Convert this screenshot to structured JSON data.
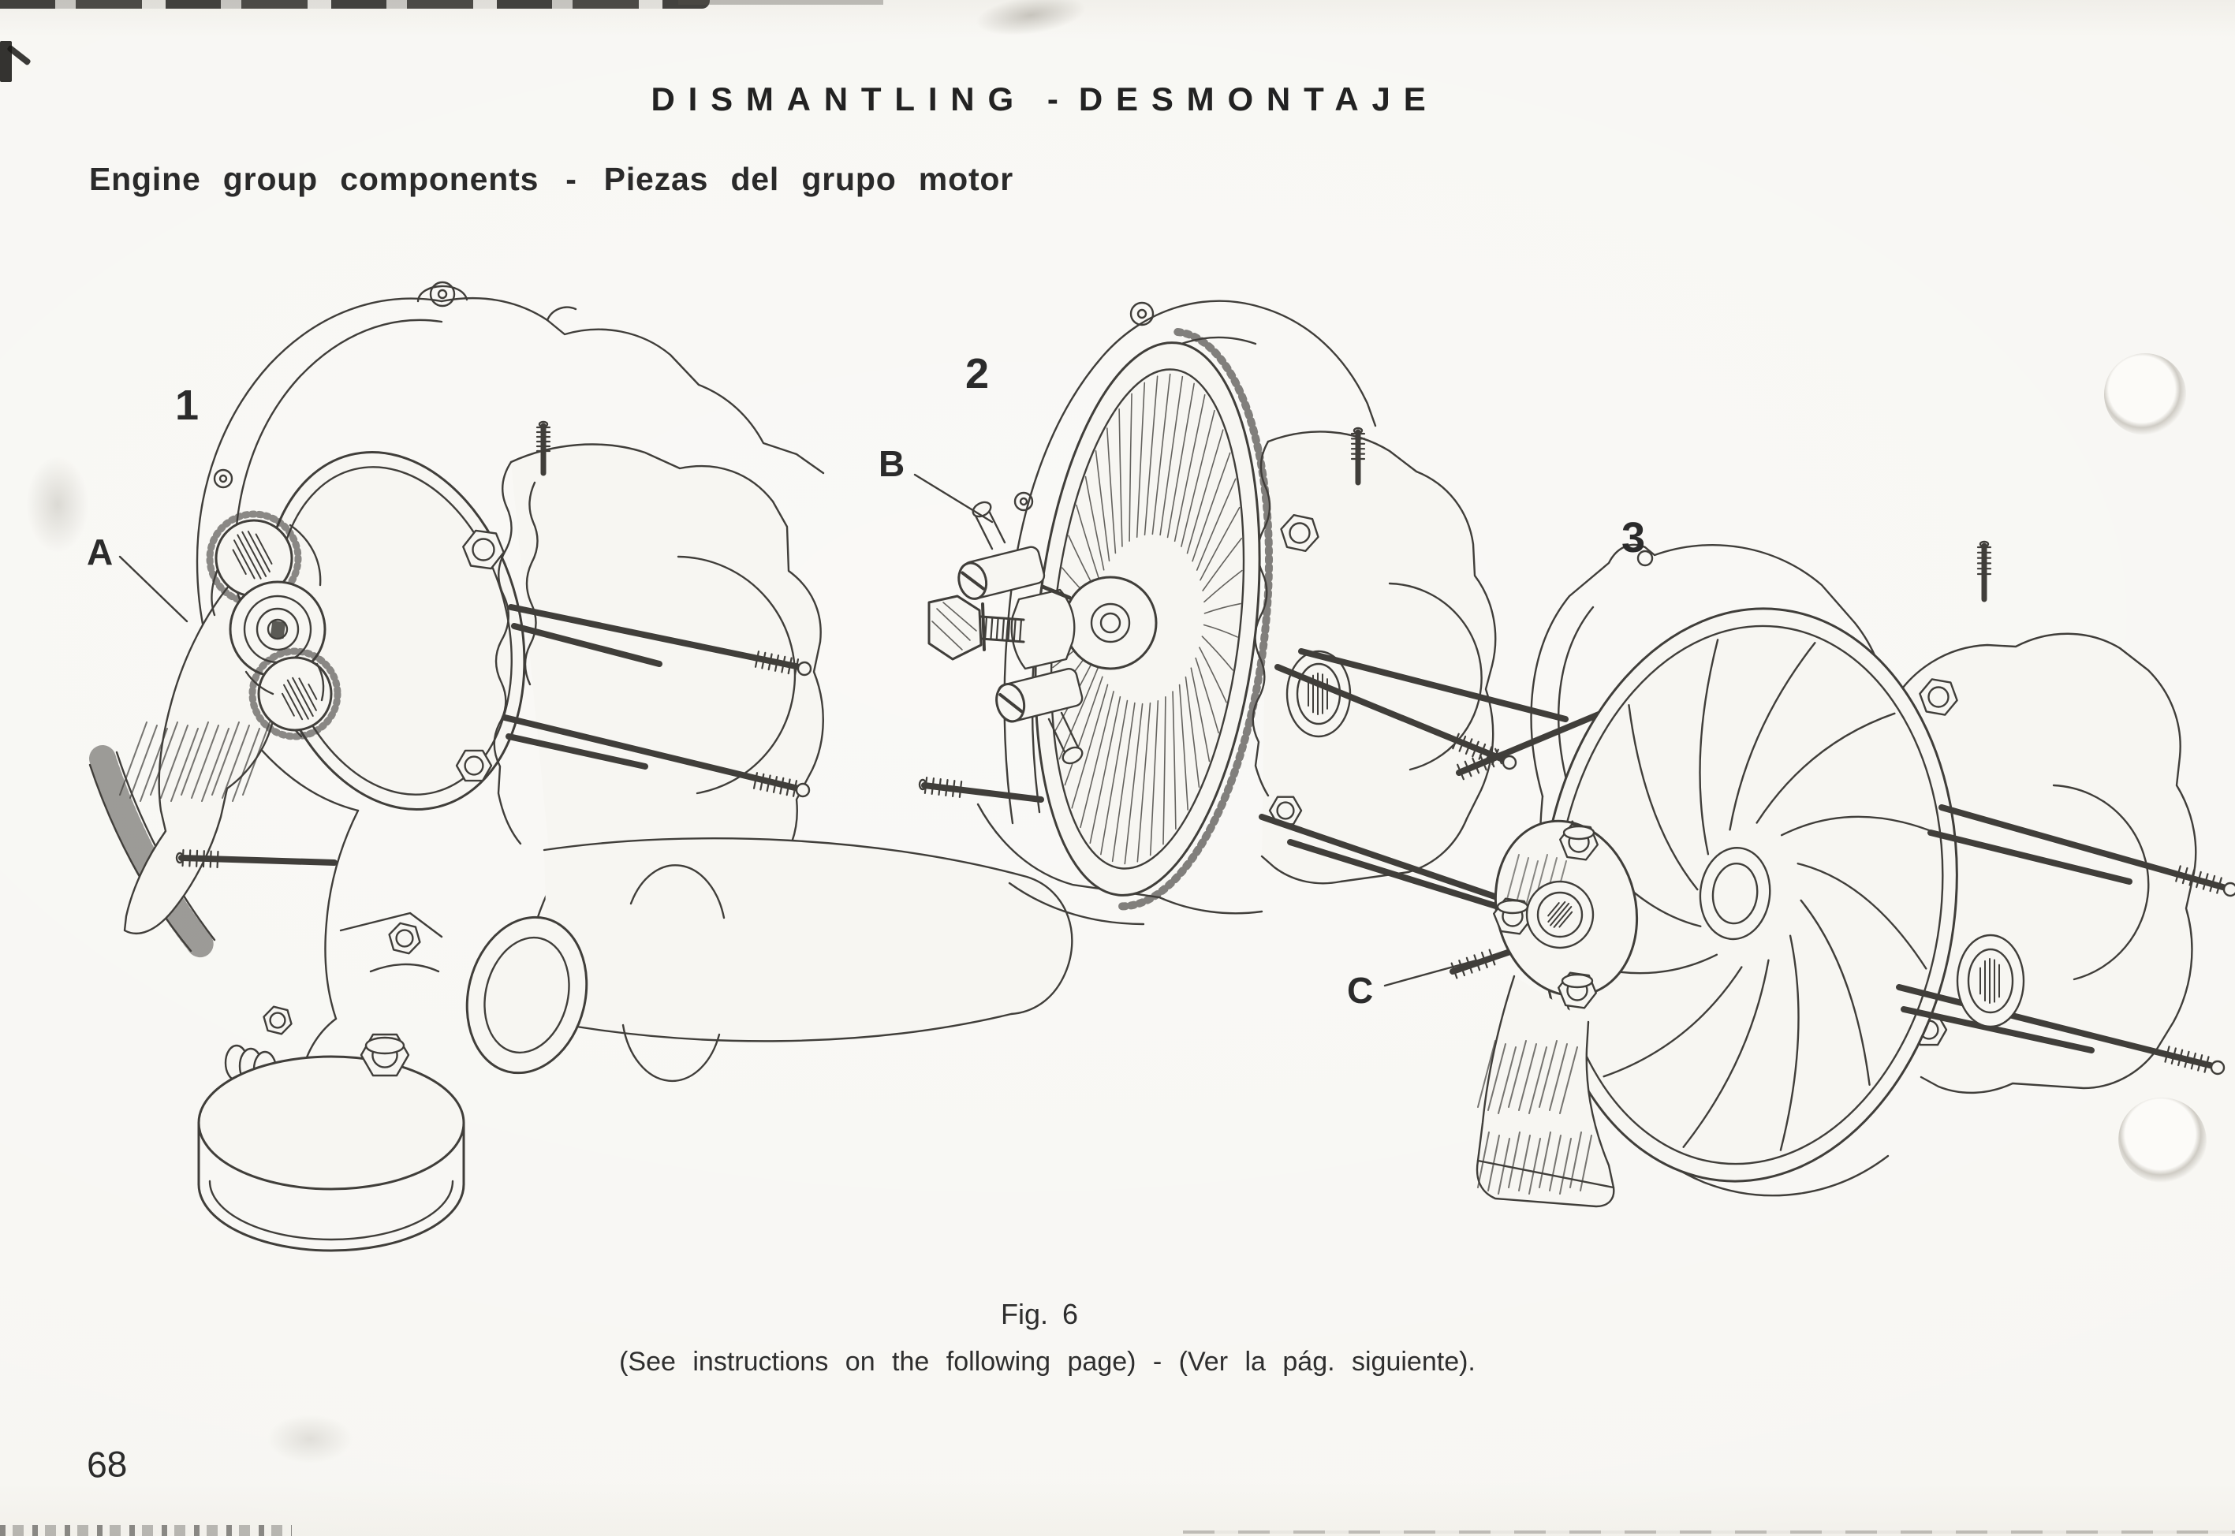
{
  "page": {
    "title_en": "DISMANTLING",
    "title_sep": "-",
    "title_es": "DESMONTAJE",
    "heading_en": "Engine group components",
    "heading_sep": "-",
    "heading_es": "Piezas del grupo motor",
    "figure_label": "Fig. 6",
    "instructions": "(See instructions on the following page) - (Ver la pág. siguiente).",
    "page_number": "68"
  },
  "figures": [
    {
      "number": "1",
      "part_label": "A"
    },
    {
      "number": "2",
      "part_label": "B"
    },
    {
      "number": "3",
      "part_label": "C"
    }
  ],
  "colors": {
    "paper": "#f7f6f2",
    "ink": "#403e3a"
  }
}
